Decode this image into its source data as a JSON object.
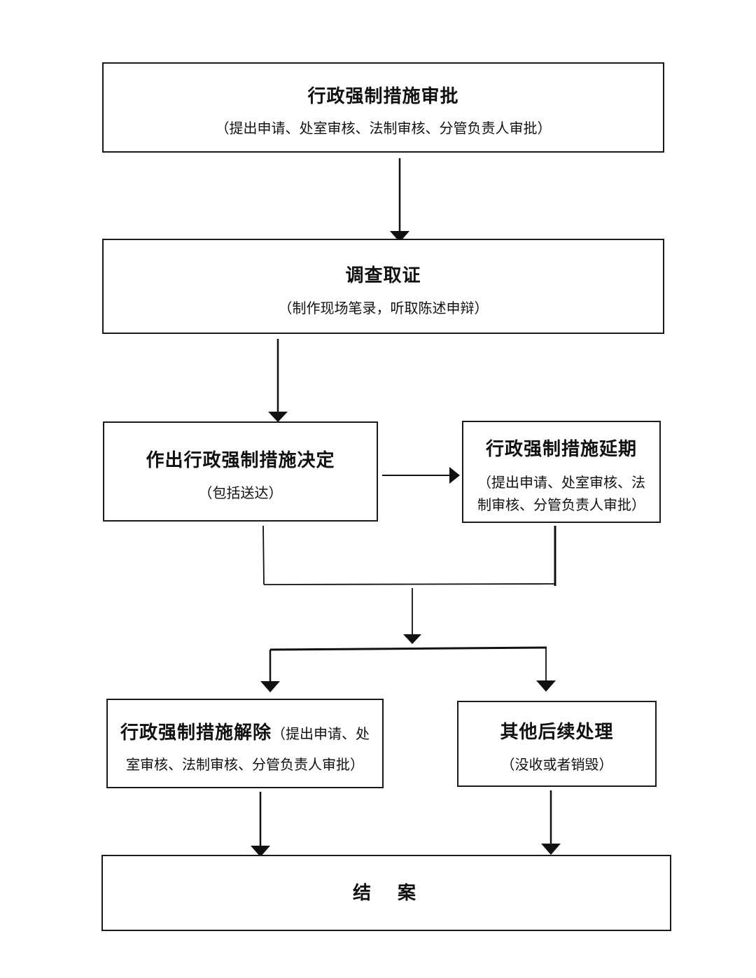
{
  "steps": {
    "approval": {
      "title": "行政强制措施审批",
      "detail": "（提出申请、处室审核、法制审核、分管负责人审批）"
    },
    "investigation": {
      "title": "调查取证",
      "detail": "（制作现场笔录，听取陈述申辩）"
    },
    "decision": {
      "title": "作出行政强制措施决定",
      "detail": "（包括送达）"
    },
    "extension": {
      "title": "行政强制措施延期",
      "detail_line1": "（提出申请、处室审核、法",
      "detail_line2": "制审核、分管负责人审批）"
    },
    "release": {
      "title": "行政强制措施解除",
      "detail_line1": "（提出申请、处",
      "detail_line2": "室审核、法制审核、分管负责人审批）"
    },
    "other": {
      "title": "其他后续处理",
      "detail": "（没收或者销毁）"
    },
    "close": {
      "title": "结　案"
    }
  }
}
